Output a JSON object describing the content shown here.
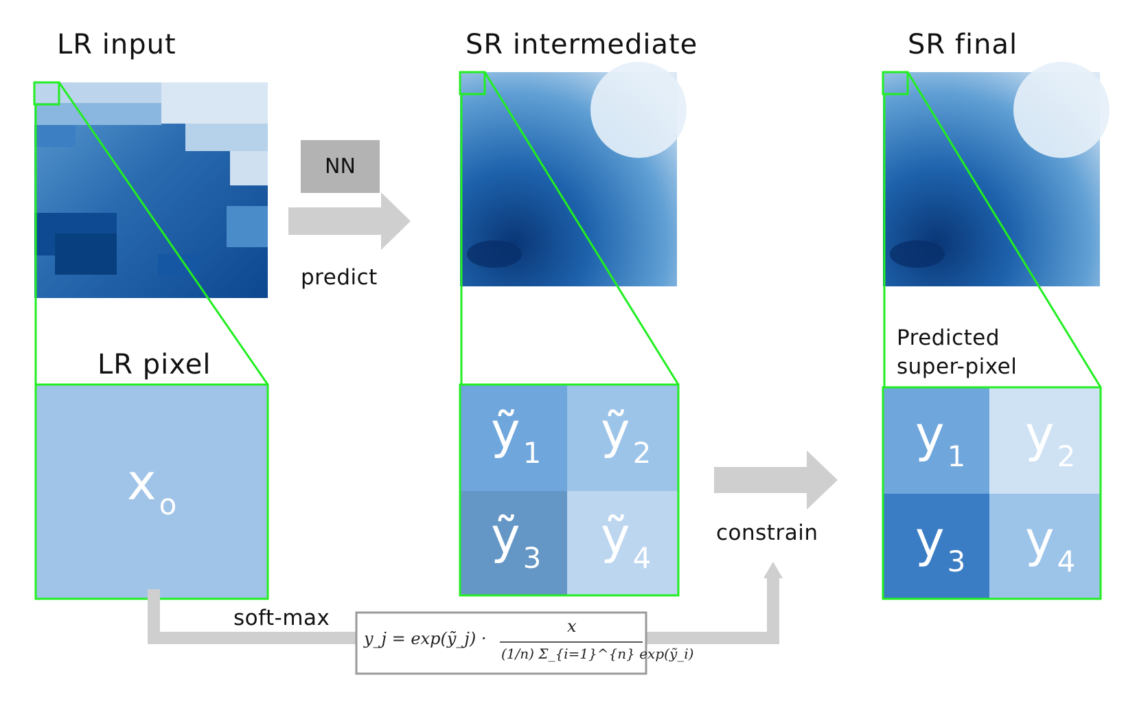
{
  "titles": {
    "lr_input": "LR input",
    "sr_intermediate": "SR intermediate",
    "sr_final": "SR final"
  },
  "labels": {
    "lr_pixel": "LR pixel",
    "nn": "NN",
    "predict": "predict",
    "constrain": "constrain",
    "softmax": "soft-max",
    "predicted_superpixel_line1": "Predicted",
    "predicted_superpixel_line2": "super-pixel"
  },
  "lr_pixel": {
    "symbol": "x",
    "subscript": "o"
  },
  "intermediate_cells": [
    {
      "symbol": "ỹ",
      "subscript": "1"
    },
    {
      "symbol": "ỹ",
      "subscript": "2"
    },
    {
      "symbol": "ỹ",
      "subscript": "3"
    },
    {
      "symbol": "ỹ",
      "subscript": "4"
    }
  ],
  "final_cells": [
    {
      "symbol": "y",
      "subscript": "1"
    },
    {
      "symbol": "y",
      "subscript": "2"
    },
    {
      "symbol": "y",
      "subscript": "3"
    },
    {
      "symbol": "y",
      "subscript": "4"
    }
  ],
  "formula": {
    "lhs": "y_j = exp(ỹ_j) ·",
    "numerator": "x",
    "denominator": "(1/n) Σ_{i=1}^{n} exp(ỹ_i)"
  },
  "colors": {
    "highlight_green": "#22ee22",
    "arrow_gray": "#cfcfcf",
    "lr_pixel_fill": "#a0c4e8",
    "intermediate_fills": [
      "#6fa6dc",
      "#9cc3e8",
      "#6496c6",
      "#bcd6ef"
    ],
    "final_fills": [
      "#6fa6dc",
      "#cfe2f4",
      "#3b7dc4",
      "#9cc3e8"
    ]
  }
}
